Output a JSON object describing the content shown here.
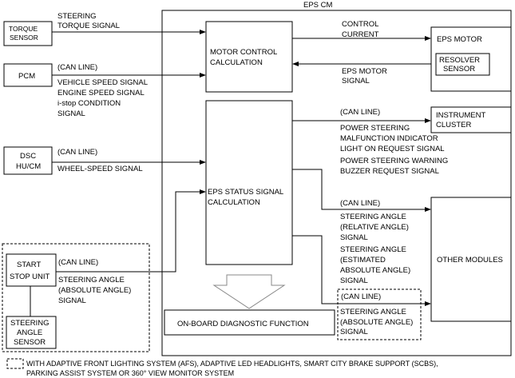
{
  "eps_cm": {
    "title": "EPS CM"
  },
  "boxes": {
    "torque_sensor": [
      "TORQUE",
      "SENSOR"
    ],
    "pcm": [
      "PCM"
    ],
    "dsc": [
      "DSC",
      "HU/CM"
    ],
    "start_stop": [
      "START",
      "STOP UNIT"
    ],
    "steering_angle_sensor": [
      "STEERING",
      "ANGLE",
      "SENSOR"
    ],
    "motor_control": [
      "MOTOR CONTROL",
      "CALCULATION"
    ],
    "eps_status": [
      "EPS STATUS SIGNAL",
      "CALCULATION"
    ],
    "obd": [
      "ON-BOARD DIAGNOSTIC FUNCTION"
    ],
    "eps_motor": [
      "EPS MOTOR"
    ],
    "resolver": [
      "RESOLVER",
      "SENSOR"
    ],
    "instrument": [
      "INSTRUMENT",
      "CLUSTER"
    ],
    "other_modules": [
      "OTHER MODULES"
    ]
  },
  "signals": {
    "torque": [
      "STEERING",
      "TORQUE SIGNAL"
    ],
    "pcm": [
      "(CAN LINE)",
      "VEHICLE SPEED SIGNAL",
      "ENGINE SPEED SIGNAL",
      "i-stop CONDITION",
      "SIGNAL"
    ],
    "dsc": [
      "(CAN LINE)",
      "WHEEL-SPEED SIGNAL"
    ],
    "start_stop": [
      "(CAN LINE)",
      "STEERING ANGLE",
      "(ABSOLUTE ANGLE)",
      "SIGNAL"
    ],
    "control_current": [
      "CONTROL",
      "CURRENT"
    ],
    "motor_signal": [
      "EPS MOTOR",
      "SIGNAL"
    ],
    "instrument": [
      "(CAN LINE)",
      "POWER STEERING",
      "MALFUNCTION INDICATOR",
      "LIGHT ON REQUEST SIGNAL",
      "POWER STEERING WARNING",
      "BUZZER REQUEST SIGNAL"
    ],
    "other": [
      "(CAN LINE)",
      "STEERING ANGLE",
      "(RELATIVE ANGLE)",
      "SIGNAL",
      "STEERING ANGLE",
      "(ESTIMATED",
      "ABSOLUTE ANGLE)",
      "SIGNAL"
    ],
    "absolute": [
      "(CAN LINE)",
      "STEERING ANGLE",
      "(ABSOLUTE ANGLE)",
      "SIGNAL"
    ]
  },
  "footnote": {
    "line1": "WITH ADAPTIVE FRONT LIGHTING SYSTEM (AFS), ADAPTIVE LED HEADLIGHTS, SMART CITY BRAKE SUPPORT (SCBS),",
    "line2": "PARKING ASSIST SYSTEM OR 360° VIEW MONITOR SYSTEM"
  }
}
